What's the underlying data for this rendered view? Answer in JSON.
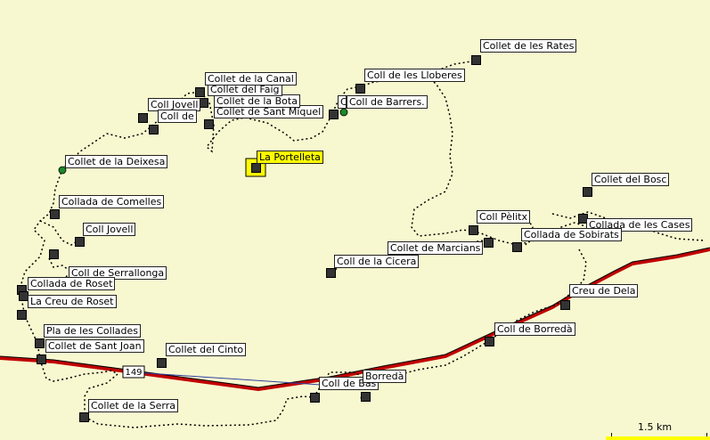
{
  "map": {
    "background": "#f8f8d0",
    "road_color": "#c00000",
    "trail_color": "#000000",
    "road_number": "149",
    "scale_label": "1.5 km",
    "highlight_color": "#ffff00"
  },
  "places": [
    {
      "id": "collet-de-les-rates",
      "label": "Collet de les Rates",
      "marker": "square"
    },
    {
      "id": "coll-de-les-lloberes",
      "label": "Coll de les Lloberes",
      "marker": "square"
    },
    {
      "id": "coll-de-barrers",
      "label": "Coll de Barrers.",
      "marker": "square"
    },
    {
      "id": "collet-de-sant-miquel",
      "label": "Collet de Sant Miquel",
      "marker": "square"
    },
    {
      "id": "collet-de-la-bota",
      "label": "Collet de la Bota",
      "marker": "square"
    },
    {
      "id": "collet-del-faig",
      "label": "Collet del Faig",
      "marker": "square"
    },
    {
      "id": "collet-de-la-canal",
      "label": "Collet de la Canal",
      "marker": "square"
    },
    {
      "id": "coll-jovell-upper",
      "label": "Coll Jovell",
      "marker": "square"
    },
    {
      "id": "coll-de-partial",
      "label": "Coll de",
      "marker": "square"
    },
    {
      "id": "la-portelleta",
      "label": "La Portelleta",
      "marker": "square",
      "highlighted": true
    },
    {
      "id": "collet-de-la-deixesa",
      "label": "Collet de la Deixesa",
      "marker": "square"
    },
    {
      "id": "collada-de-comelles",
      "label": "Collada de Comelles",
      "marker": "square"
    },
    {
      "id": "coll-jovell",
      "label": "Coll Jovell",
      "marker": "square"
    },
    {
      "id": "coll-de-serrallonga",
      "label": "Coll de Serrallonga",
      "marker": "square"
    },
    {
      "id": "collada-de-roset",
      "label": "Collada de Roset",
      "marker": "square"
    },
    {
      "id": "la-creu-de-roset",
      "label": "La Creu de Roset",
      "marker": "square"
    },
    {
      "id": "pla-de-les-collades",
      "label": "Pla de les Collades",
      "marker": "square"
    },
    {
      "id": "collet-de-sant-joan",
      "label": "Collet de Sant Joan",
      "marker": "square"
    },
    {
      "id": "collet-del-cinto",
      "label": "Collet del Cinto",
      "marker": "square"
    },
    {
      "id": "collet-de-la-serra",
      "label": "Collet de la Serra",
      "marker": "square"
    },
    {
      "id": "coll-de-bas",
      "label": "Coll de Bas",
      "marker": "square"
    },
    {
      "id": "borreda",
      "label": "Borredà",
      "marker": "square"
    },
    {
      "id": "coll-de-borreda",
      "label": "Coll de Borredà",
      "marker": "square"
    },
    {
      "id": "creu-de-dela",
      "label": "Creu de Dela",
      "marker": "square"
    },
    {
      "id": "collet-del-bosc",
      "label": "Collet del Bosc",
      "marker": "square"
    },
    {
      "id": "collada-de-les-cases",
      "label": "Collada de les Cases",
      "marker": "square"
    },
    {
      "id": "coll-pelitx",
      "label": "Coll Pèlitx",
      "marker": "square"
    },
    {
      "id": "collada-de-sobirats",
      "label": "Collada de Sobirats",
      "marker": "square"
    },
    {
      "id": "collet-de-marcians",
      "label": "Collet de Marcians",
      "marker": "square"
    },
    {
      "id": "coll-de-la-cicera",
      "label": "Coll de la Cicera",
      "marker": "square"
    }
  ]
}
